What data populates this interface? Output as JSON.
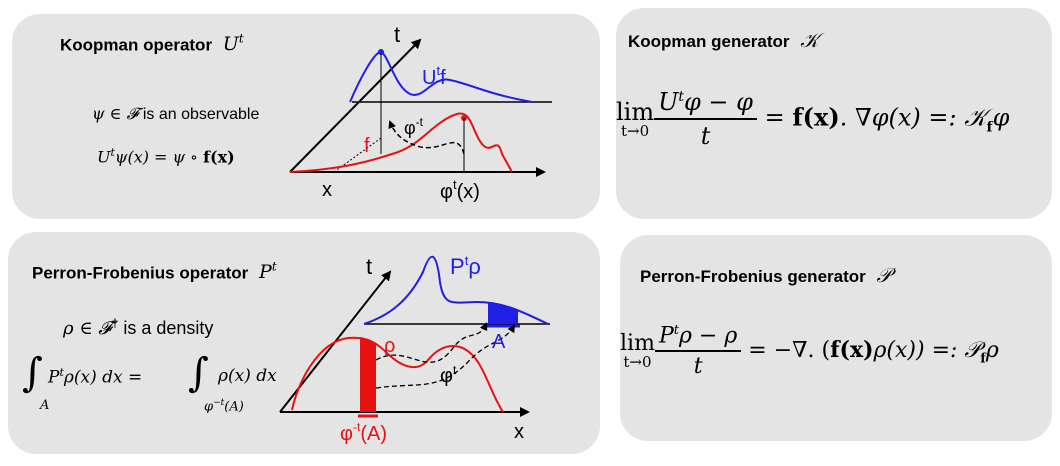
{
  "koopman": {
    "title": "Koopman operator",
    "title_sym": "U",
    "title_sup": "t",
    "line1_psi": "ψ",
    "line1_in": " ∈ ",
    "line1_F": "𝓕",
    "line1_text": " is an observable",
    "line2": "U",
    "line2_sup": "t",
    "line2_rest": "ψ(x) = ψ ∘ ",
    "line2_bold": "f(x)",
    "diagram": {
      "t": "t",
      "Utf": "U",
      "Utf_sup": "t",
      "Utf_f": "f",
      "f": "f",
      "phi": "φ",
      "phi_sup": "-t",
      "x": "x",
      "phitx": "φ",
      "phitx_sup": "t",
      "phitx_arg": "(x)"
    }
  },
  "koopman_gen": {
    "title": "Koopman generator",
    "title_sym": "𝒦",
    "lim": "lim",
    "lim_sub": "t→0",
    "num": "U",
    "num_sup": "t",
    "num_rest": "φ − φ",
    "den": "t",
    "rhs1": " = ",
    "rhs_bold": "f(x)",
    "rhs2": ". ∇φ(x) =: 𝒦",
    "rhs_sub": "f",
    "rhs3": "φ"
  },
  "pf": {
    "title": "Perron-Frobenius operator",
    "title_sym": "P",
    "title_sup": "t",
    "line1_rho": "ρ",
    "line1_in": " ∈ ",
    "line1_F": "𝓕",
    "line1_dag": "†",
    "line1_text": " is a density",
    "int_sign": "∫",
    "int_sub_left": "A",
    "int_left": "P",
    "int_left_sup": "t",
    "int_left_rest": "ρ(x) dx =",
    "int_sub_right": "φ",
    "int_sub_right_sup": "−t",
    "int_sub_right_arg": "(A)",
    "int_right": "ρ(x) dx",
    "diagram": {
      "t": "t",
      "Ptrho": "P",
      "Ptrho_sup": "t",
      "Ptrho_rho": "ρ",
      "A": "A",
      "rho": "ρ",
      "phit": "φ",
      "phit_sup": "t",
      "x": "x",
      "phiinv": "φ",
      "phiinv_sup": "-t",
      "phiinv_arg": "(A)"
    }
  },
  "pf_gen": {
    "title": "Perron-Frobenius generator",
    "title_sym": "𝒫",
    "lim": "lim",
    "lim_sub": "t→0",
    "num": "P",
    "num_sup": "t",
    "num_rest": "ρ − ρ",
    "den": "t",
    "rhs1": " = −∇. (",
    "rhs_bold": "f(x)",
    "rhs2": "ρ(x)) =: 𝒫",
    "rhs_sub": "f",
    "rhs3": "ρ"
  },
  "colors": {
    "panel": "#e4e4e4",
    "blue": "#1f1fe6",
    "red": "#e61212",
    "black": "#000000"
  }
}
